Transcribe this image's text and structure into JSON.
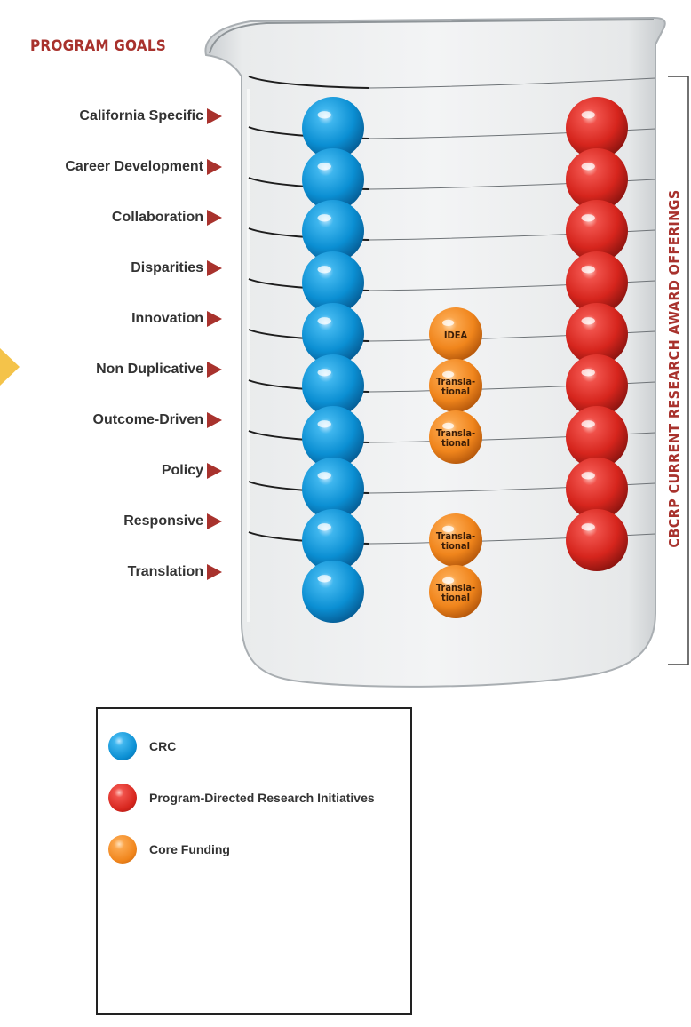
{
  "title": "PROGRAM GOALS",
  "side_label": "CBCRP CURRENT RESEARCH AWARD OFFERINGS",
  "colors": {
    "accent": "#a8322d",
    "crc_blue": "#1496d8",
    "program_red": "#d92a22",
    "core_orange": "#f5891f",
    "pointer_yellow": "#f4c34a"
  },
  "goals": [
    {
      "label": "California Specific",
      "crc": true,
      "program_directed": true,
      "core": ""
    },
    {
      "label": "Career Development",
      "crc": true,
      "program_directed": true,
      "core": ""
    },
    {
      "label": "Collaboration",
      "crc": true,
      "program_directed": true,
      "core": ""
    },
    {
      "label": "Disparities",
      "crc": true,
      "program_directed": true,
      "core": ""
    },
    {
      "label": "Innovation",
      "crc": true,
      "program_directed": true,
      "core": "IDEA"
    },
    {
      "label": "Non Duplicative",
      "crc": true,
      "program_directed": true,
      "core": "Transla-\ntional"
    },
    {
      "label": "Outcome-Driven",
      "crc": true,
      "program_directed": true,
      "core": "Transla-\ntional"
    },
    {
      "label": "Policy",
      "crc": true,
      "program_directed": true,
      "core": ""
    },
    {
      "label": "Responsive",
      "crc": true,
      "program_directed": true,
      "core": "Transla-\ntional"
    },
    {
      "label": "Translation",
      "crc": true,
      "program_directed": false,
      "core": "Transla-\ntional"
    }
  ],
  "legend": {
    "items": [
      {
        "label": "CRC",
        "color": "blue"
      },
      {
        "label": "Program-Directed Research Initiatives",
        "color": "red"
      },
      {
        "label": "Core Funding",
        "color": "orange"
      }
    ]
  }
}
